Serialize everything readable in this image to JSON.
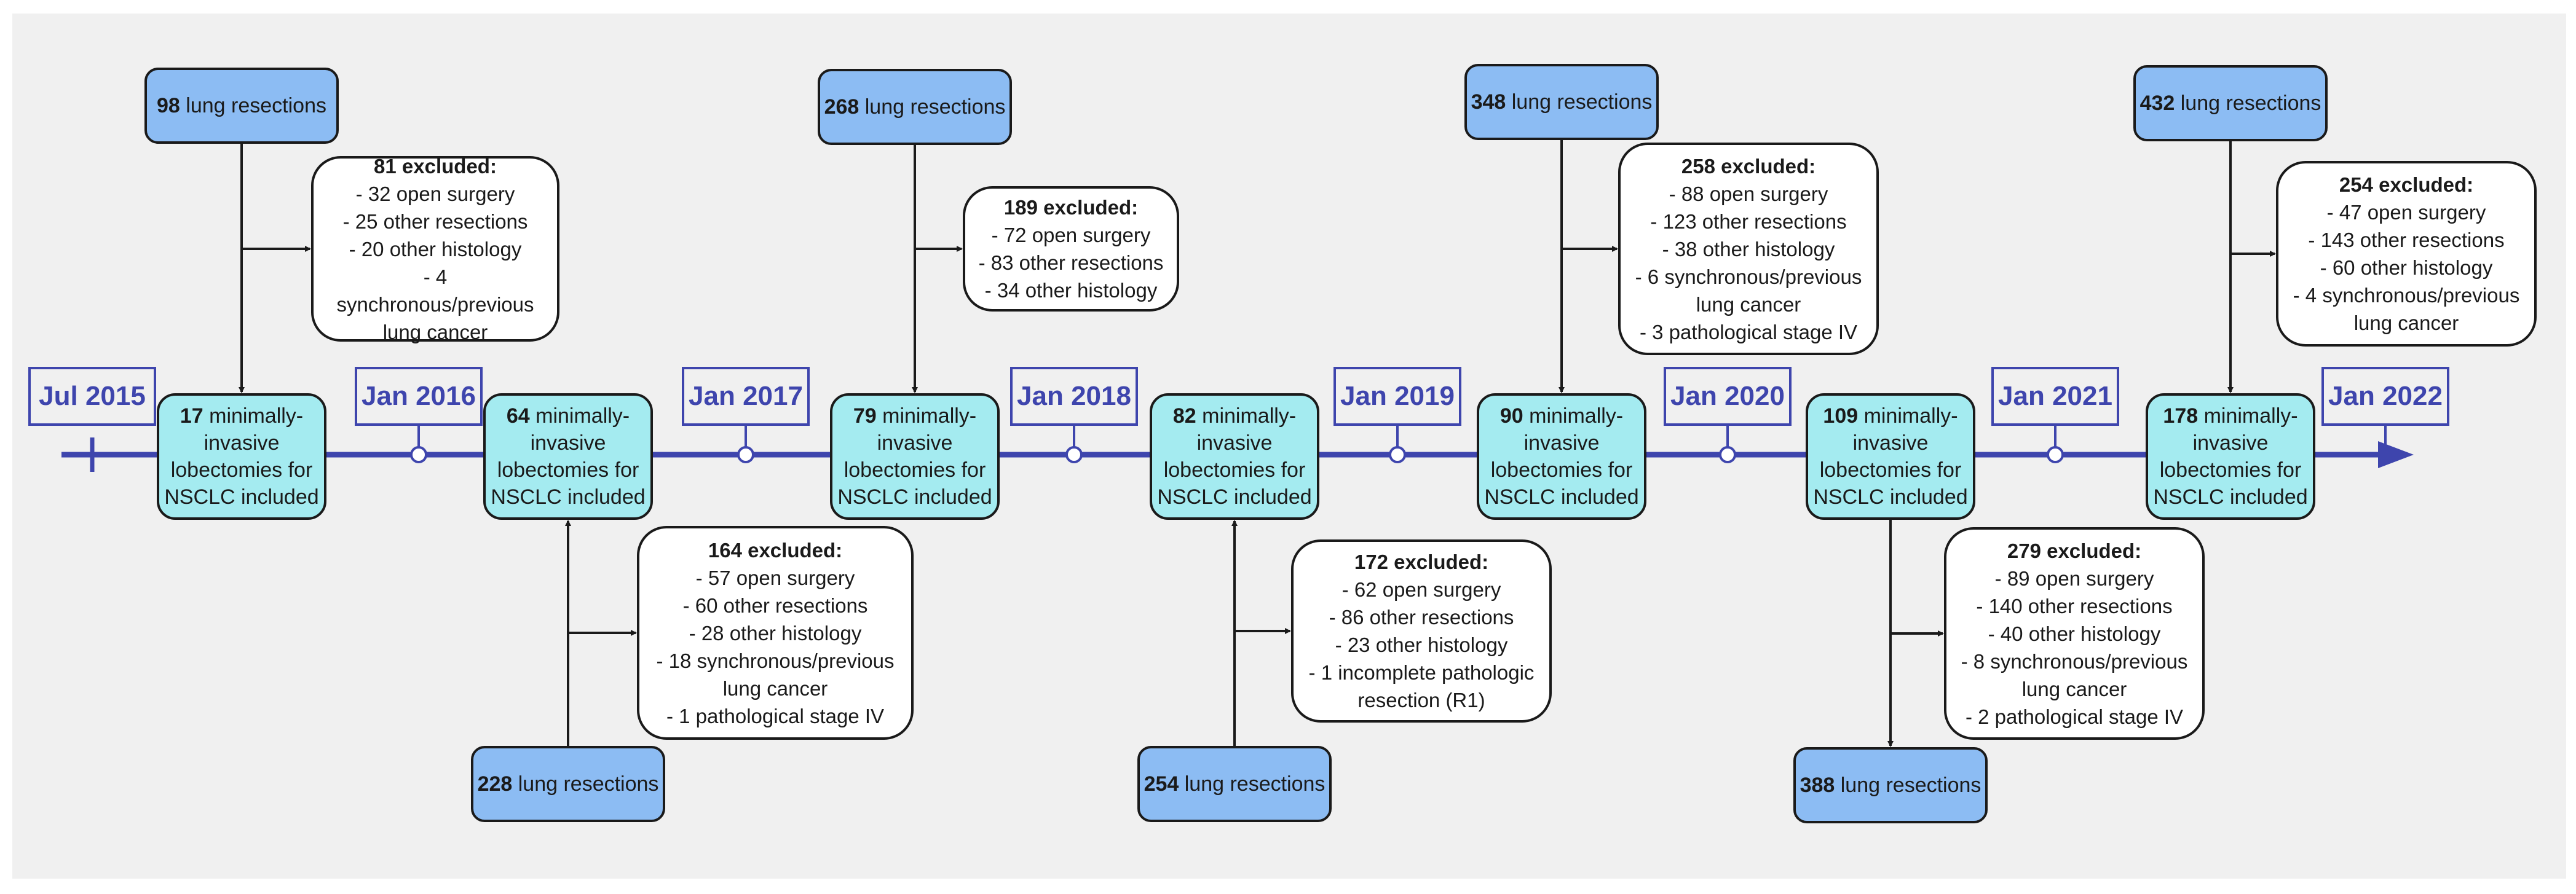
{
  "timeline": {
    "dates": [
      "Jul 2015",
      "Jan 2016",
      "Jan 2017",
      "Jan 2018",
      "Jan 2019",
      "Jan 2020",
      "Jan 2021",
      "Jan 2022"
    ],
    "axis_color": "#3e45ad"
  },
  "colors": {
    "resections": "#8cbcf3",
    "included": "#a4ebf0",
    "excluded": "#ffffff",
    "background": "#f0f0f0"
  },
  "periods": [
    {
      "resections": {
        "count": "98",
        "label": "lung resections"
      },
      "included": {
        "count": "17",
        "lines": [
          "minimally-",
          "invasive",
          "lobectomies for",
          "NSCLC included"
        ]
      },
      "excluded": {
        "title": "81 excluded:",
        "items": [
          "- 32 open surgery",
          "- 25 other resections",
          "- 20 other histology",
          "- 4 synchronous/previous",
          "lung cancer"
        ]
      }
    },
    {
      "resections": {
        "count": "228",
        "label": "lung resections"
      },
      "included": {
        "count": "64",
        "lines": [
          "minimally-",
          "invasive",
          "lobectomies for",
          "NSCLC included"
        ]
      },
      "excluded": {
        "title": "164 excluded:",
        "items": [
          "- 57 open surgery",
          "- 60 other resections",
          "- 28 other histology",
          "- 18 synchronous/previous",
          "lung cancer",
          "- 1 pathological stage IV"
        ]
      }
    },
    {
      "resections": {
        "count": "268",
        "label": "lung resections"
      },
      "included": {
        "count": "79",
        "lines": [
          "minimally-",
          "invasive",
          "lobectomies for",
          "NSCLC included"
        ]
      },
      "excluded": {
        "title": "189 excluded:",
        "items": [
          "- 72 open surgery",
          "- 83 other resections",
          "- 34 other histology"
        ]
      }
    },
    {
      "resections": {
        "count": "254",
        "label": "lung resections"
      },
      "included": {
        "count": "82",
        "lines": [
          "minimally-",
          "invasive",
          "lobectomies for",
          "NSCLC included"
        ]
      },
      "excluded": {
        "title": "172 excluded:",
        "items": [
          "- 62 open surgery",
          "- 86 other resections",
          "- 23 other histology",
          "- 1 incomplete pathologic",
          "resection (R1)"
        ]
      }
    },
    {
      "resections": {
        "count": "348",
        "label": "lung resections"
      },
      "included": {
        "count": "90",
        "lines": [
          "minimally-",
          "invasive",
          "lobectomies for",
          "NSCLC included"
        ]
      },
      "excluded": {
        "title": "258 excluded:",
        "items": [
          "- 88 open surgery",
          "- 123 other resections",
          "- 38 other histology",
          "- 6 synchronous/previous",
          "lung cancer",
          "- 3 pathological stage IV"
        ]
      }
    },
    {
      "resections": {
        "count": "388",
        "label": "lung resections"
      },
      "included": {
        "count": "109",
        "lines": [
          "minimally-",
          "invasive",
          "lobectomies for",
          "NSCLC included"
        ]
      },
      "excluded": {
        "title": "279 excluded:",
        "items": [
          "- 89 open surgery",
          "- 140 other resections",
          "- 40 other histology",
          "- 8 synchronous/previous",
          "lung cancer",
          "- 2 pathological stage IV"
        ]
      }
    },
    {
      "resections": {
        "count": "432",
        "label": "lung resections"
      },
      "included": {
        "count": "178",
        "lines": [
          "minimally-",
          "invasive",
          "lobectomies for",
          "NSCLC included"
        ]
      },
      "excluded": {
        "title": "254 excluded:",
        "items": [
          "- 47 open surgery",
          "- 143 other resections",
          "- 60 other histology",
          "- 4 synchronous/previous",
          "lung cancer"
        ]
      }
    }
  ]
}
